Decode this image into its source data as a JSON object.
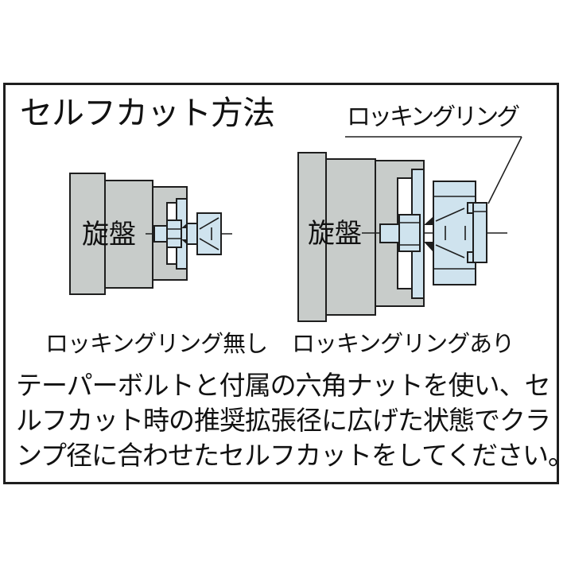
{
  "title": "セルフカット方法",
  "annotation": {
    "label": "ロッキングリング"
  },
  "diagram_left": {
    "machine_label": "旋盤",
    "caption": "ロッキングリング無し"
  },
  "diagram_right": {
    "machine_label": "旋盤",
    "caption": "ロッキングリングあり"
  },
  "body": {
    "lines": [
      "テーパーボルトと付属の六角ナットを使い、セ",
      "ルフカット時の推奨拡張径に広げた状態でクラ",
      "ンプ径に合わせたセルフカットをしてください。"
    ]
  },
  "colors": {
    "background": "#ffffff",
    "metal_gray": "#c8ccca",
    "part_blue": "#cfe3ee",
    "line_black": "#1e1e1e"
  }
}
